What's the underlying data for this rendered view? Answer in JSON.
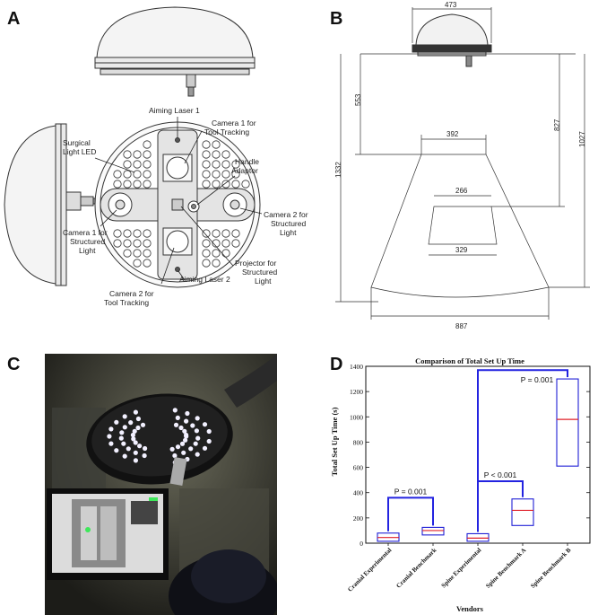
{
  "panels": {
    "a": {
      "letter": "A",
      "labels": {
        "aiming_laser_1": "Aiming Laser 1",
        "camera1_tool_tracking": [
          "Camera 1 for",
          "Tool Tracking"
        ],
        "surgical_light_led": [
          "Surgical",
          "Light LED"
        ],
        "handle_adaptor": [
          "Handle",
          "Adaptor"
        ],
        "camera2_structured_light": [
          "Camera 2 for",
          "Structured",
          "Light"
        ],
        "camera1_structured_light": [
          "Camera 1 for",
          "Structured",
          "Light"
        ],
        "projector_structured_light": [
          "Projector for",
          "Structured",
          "Light"
        ],
        "camera2_tool_tracking": [
          "Camera 2 for",
          "Tool Tracking"
        ],
        "aiming_laser_2": "Aiming Laser 2"
      }
    },
    "b": {
      "letter": "B",
      "dimensions": {
        "top_width": "473",
        "head_to_field": "553",
        "field_top_width": "392",
        "to_inner_bottom": "827",
        "to_outer_bottom": "1027",
        "total_height": "1332",
        "inner_top_width": "266",
        "inner_bottom_width": "329",
        "field_bottom_width": "887"
      }
    },
    "c": {
      "letter": "C"
    },
    "d": {
      "letter": "D"
    }
  },
  "chart_data": {
    "type": "box",
    "title": "Comparison of Total Set Up Time",
    "xlabel": "Vendors",
    "ylabel": "Total Set Up Time (s)",
    "ylim": [
      0,
      1400
    ],
    "yticks": [
      0,
      200,
      400,
      600,
      800,
      1000,
      1200,
      1400
    ],
    "categories": [
      "Cranial Experimental",
      "Cranial Benchmark",
      "Spine Experimental",
      "Spine Benchmark A",
      "Spine Benchmark B"
    ],
    "boxes": [
      {
        "q1": 15,
        "median": 45,
        "q3": 80
      },
      {
        "q1": 65,
        "median": 100,
        "q3": 125
      },
      {
        "q1": 15,
        "median": 40,
        "q3": 75
      },
      {
        "q1": 140,
        "median": 260,
        "q3": 350
      },
      {
        "q1": 610,
        "median": 980,
        "q3": 1300
      }
    ],
    "comparisons": [
      {
        "from": 0,
        "to": 1,
        "label": "P = 0.001",
        "y": 360
      },
      {
        "from": 2,
        "to": 3,
        "label": "P < 0.001",
        "y": 490
      },
      {
        "from": 2,
        "to": 4,
        "label": "P = 0.001",
        "y": 1370
      }
    ],
    "colors": {
      "box": "#1f1fd6",
      "median": "#e0202a",
      "bracket": "#2323e0"
    }
  }
}
